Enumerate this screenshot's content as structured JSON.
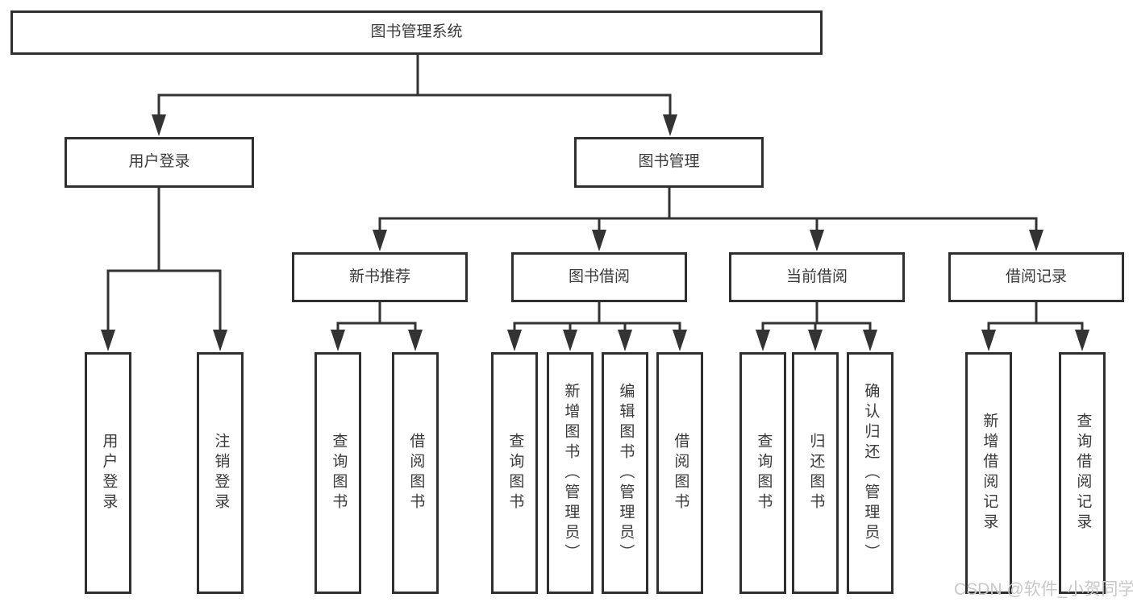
{
  "colors": {
    "line": "#333333",
    "box_border": "#2f2f2f",
    "text": "#3a3a3a",
    "background": "#ffffff",
    "watermark": "#c8c8c8"
  },
  "tree": {
    "label": "图书管理系统",
    "children": [
      {
        "label": "用户登录",
        "children": [
          {
            "label": "用户登录"
          },
          {
            "label": "注销登录"
          }
        ]
      },
      {
        "label": "图书管理",
        "children": [
          {
            "label": "新书推荐",
            "children": [
              {
                "label": "查询图书"
              },
              {
                "label": "借阅图书"
              }
            ]
          },
          {
            "label": "图书借阅",
            "children": [
              {
                "label": "查询图书"
              },
              {
                "label": "新增图书（管理员）"
              },
              {
                "label": "编辑图书（管理员）"
              },
              {
                "label": "借阅图书"
              }
            ]
          },
          {
            "label": "当前借阅",
            "children": [
              {
                "label": "查询图书"
              },
              {
                "label": "归还图书"
              },
              {
                "label": "确认归还（管理员）"
              }
            ]
          },
          {
            "label": "借阅记录",
            "children": [
              {
                "label": "新增借阅记录"
              },
              {
                "label": "查询借阅记录"
              }
            ]
          }
        ]
      }
    ]
  },
  "watermark": "CSDN @软件_小贺同学"
}
